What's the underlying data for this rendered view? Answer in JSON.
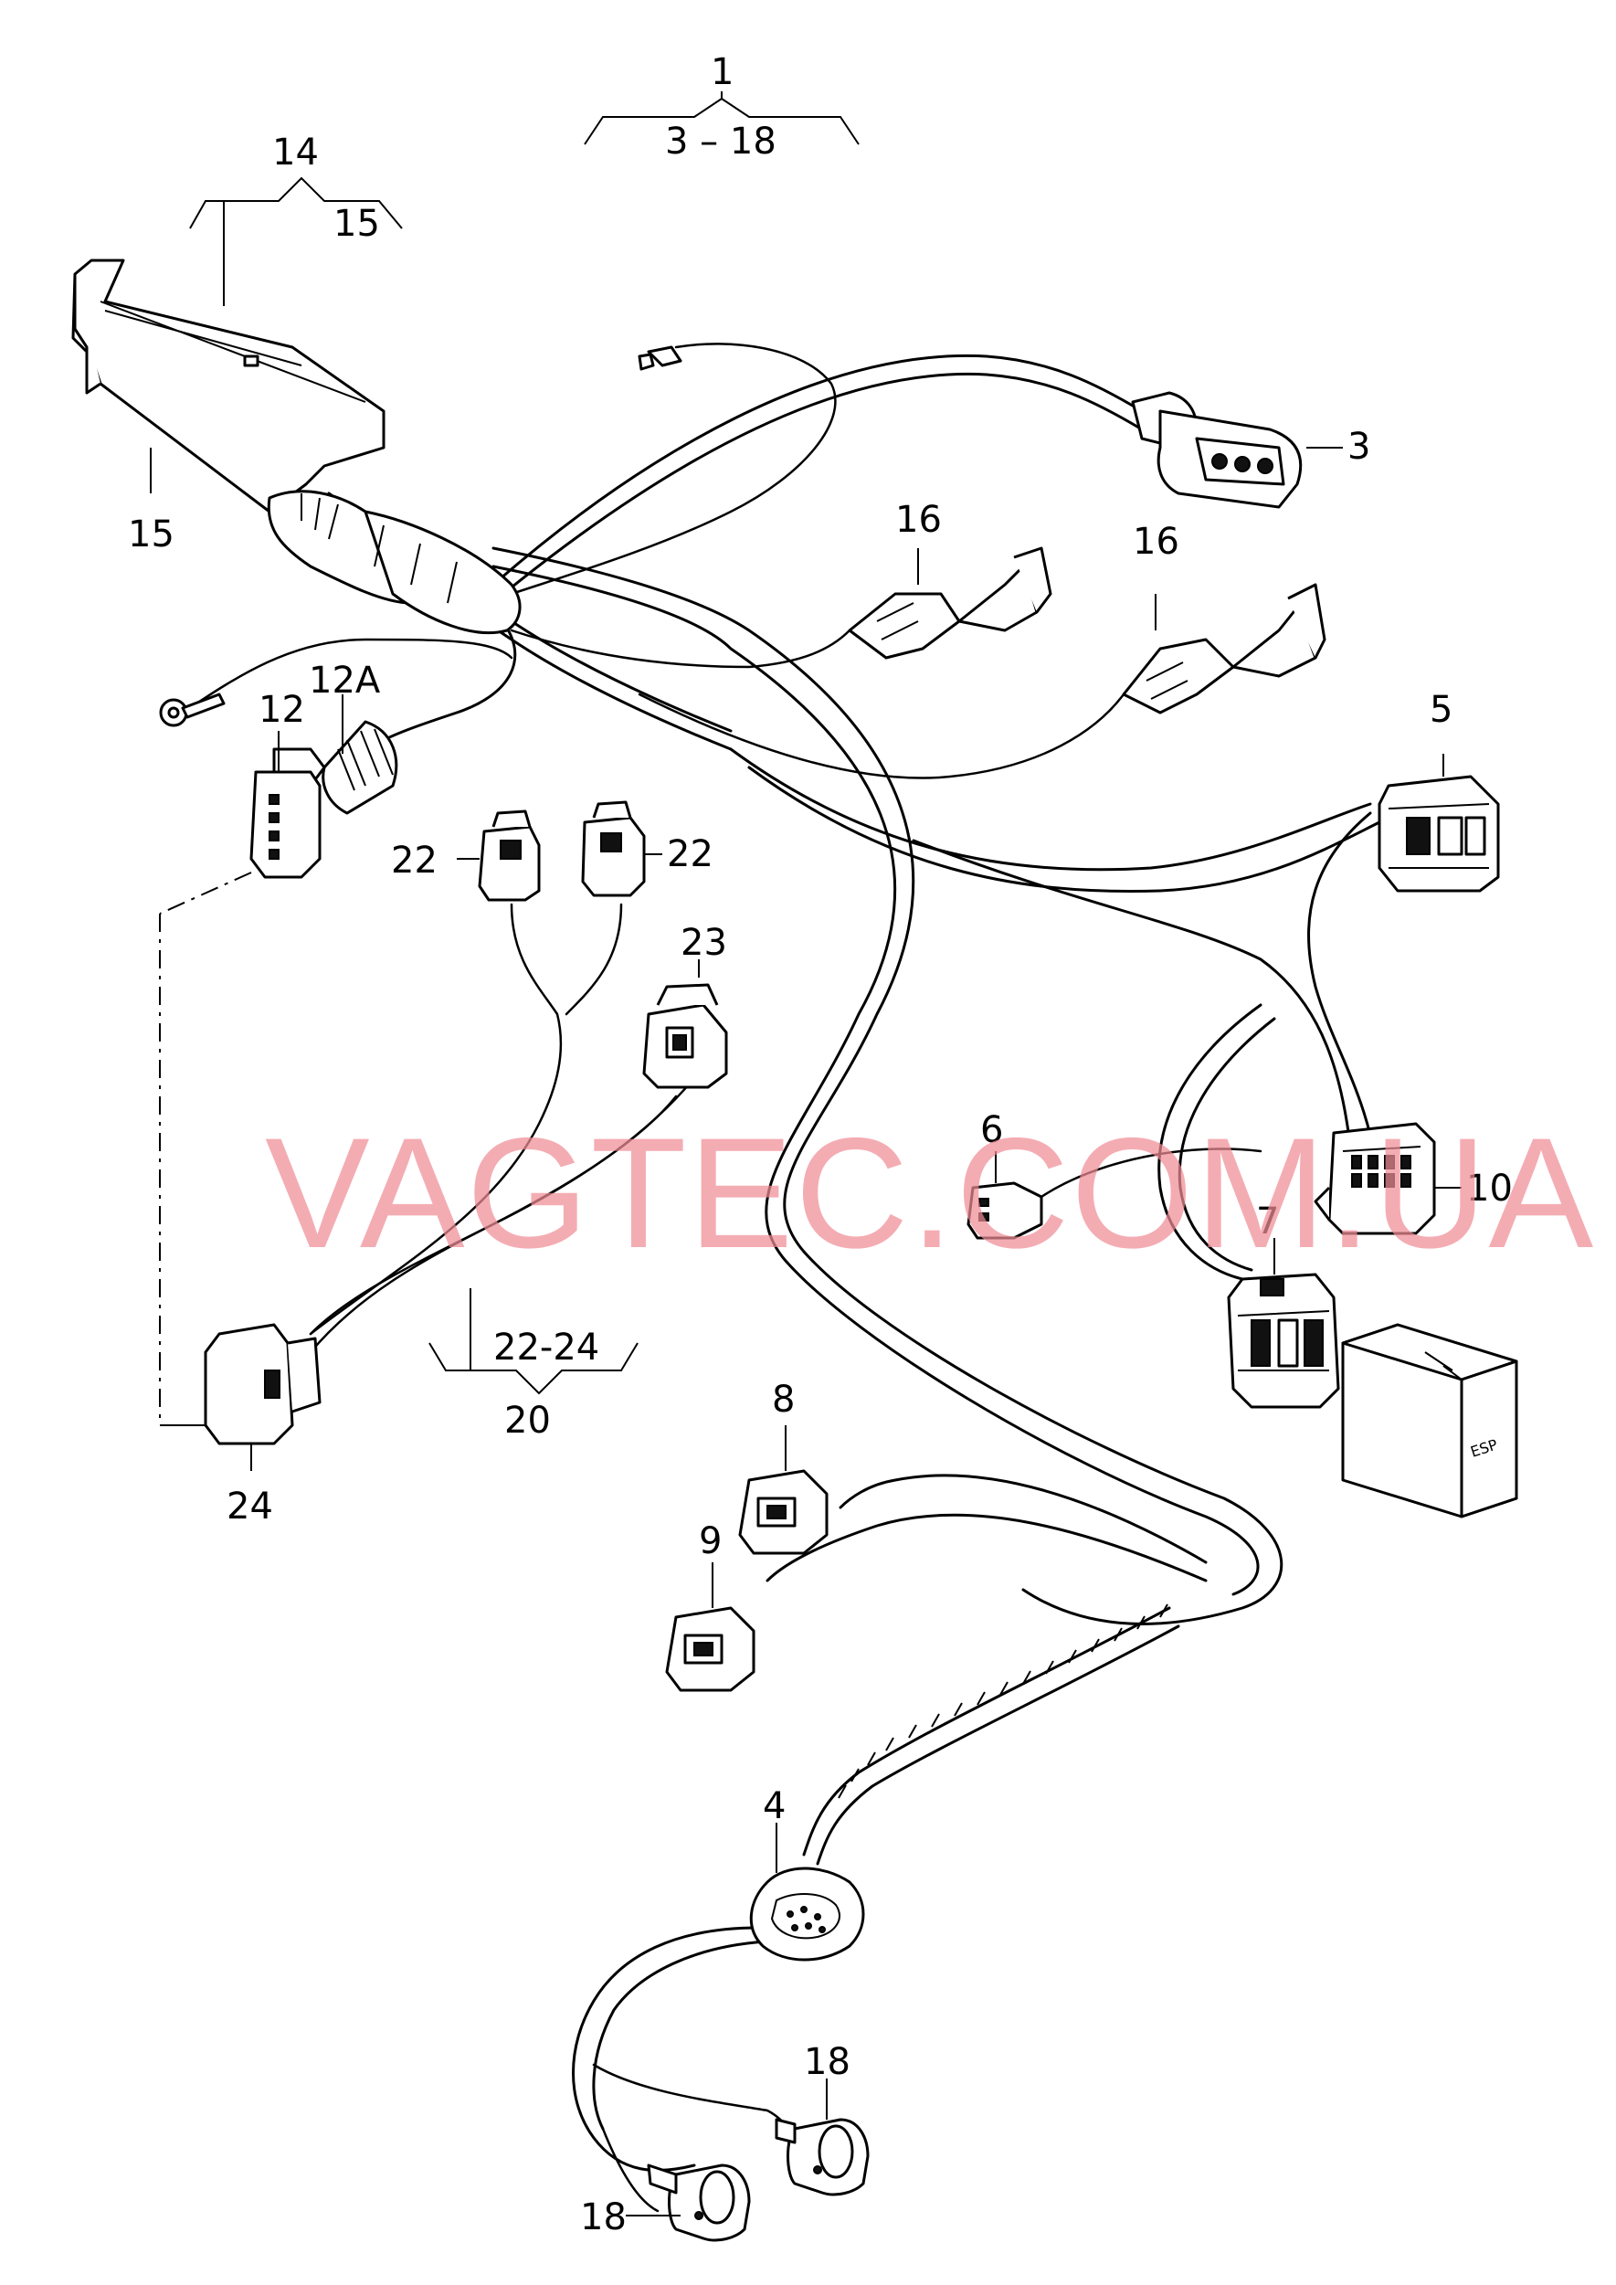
{
  "diagram": {
    "watermark": "VAGTEC.COM.UA",
    "labels": {
      "l1": "1",
      "l1_range": "3 – 18",
      "l14": "14",
      "l15_top": "15",
      "l15": "15",
      "l3": "3",
      "l16a": "16",
      "l16b": "16",
      "l12": "12",
      "l12a": "12A",
      "l5": "5",
      "l22a": "22",
      "l22b": "22",
      "l23": "23",
      "l6": "6",
      "l7": "7",
      "l10": "10",
      "l22_24": "22-24",
      "l20": "20",
      "l24": "24",
      "l8": "8",
      "l9": "9",
      "l4": "4",
      "l18a": "18",
      "l18b": "18"
    },
    "button_glyph": "ESP"
  }
}
